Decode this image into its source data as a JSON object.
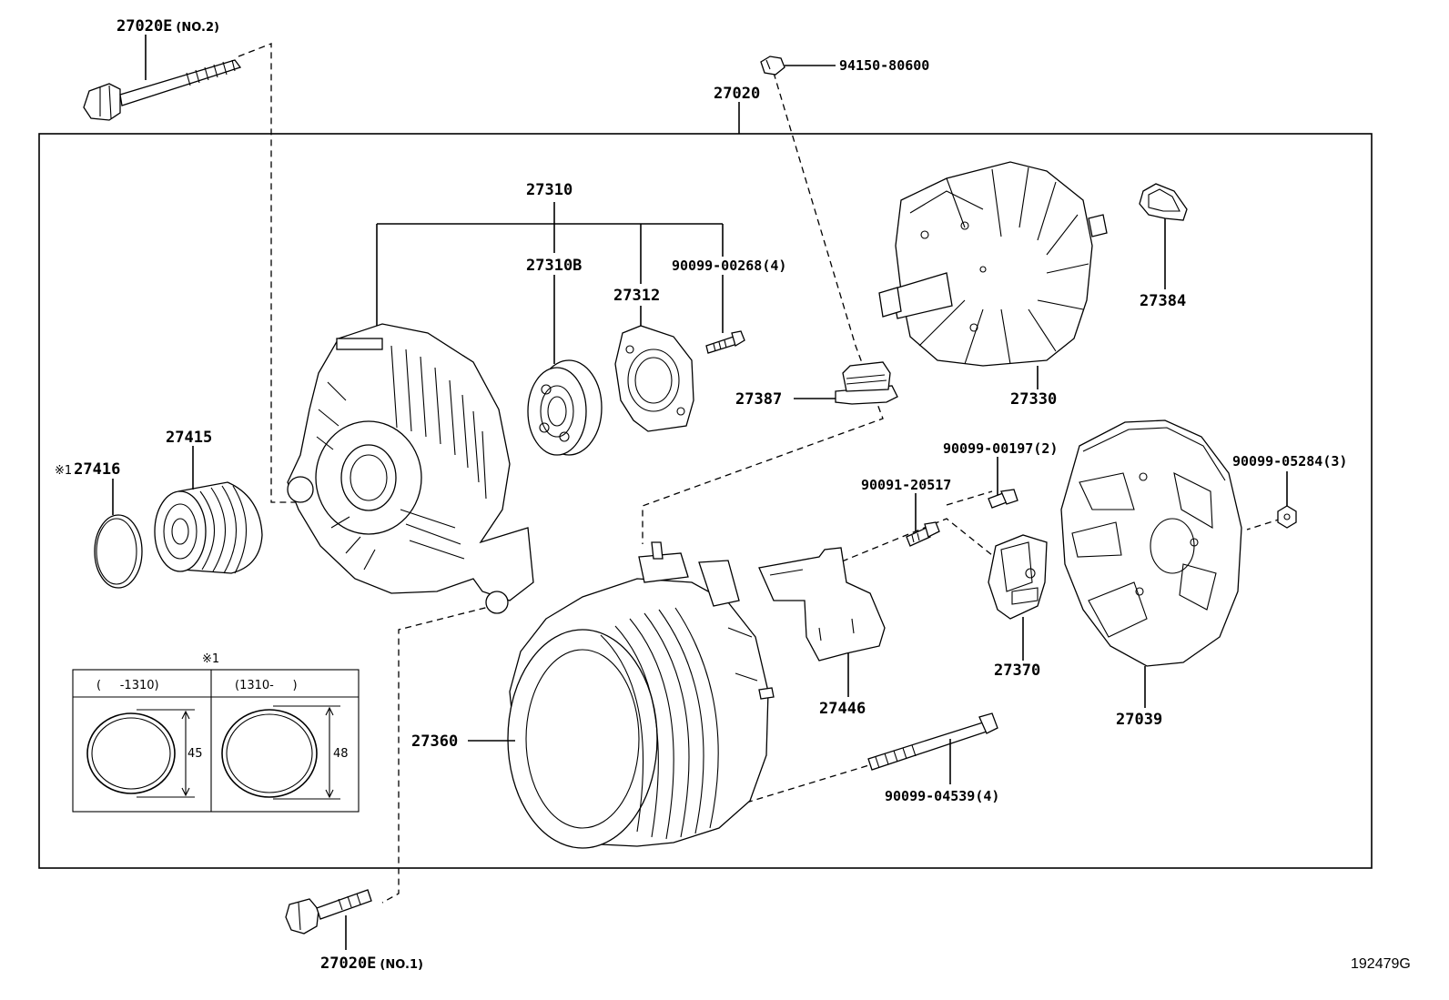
{
  "diagram": {
    "figure_number": "192479G",
    "parts": {
      "bolt_no2": {
        "number": "27020E",
        "suffix": "(NO.2)"
      },
      "bolt_no1": {
        "number": "27020E",
        "suffix": "(NO.1)"
      },
      "alternator_assy": "27020",
      "nut_top": "94150-80600",
      "drive_end_frame": "27310",
      "bearing": "27310B",
      "retainer": "27312",
      "screw_4": "90099-00268(4)",
      "brush_holder_boot": "27387",
      "rotor": "27330",
      "insulator": "27384",
      "pulley": "27415",
      "cap": {
        "mark": "※1",
        "number": "27416"
      },
      "screw_2": "90099-00197(2)",
      "bolt_20517": "90091-20517",
      "nut_3": "90099-05284(3)",
      "stator": "27360",
      "terminal_insulator": "27446",
      "brush_holder": "27370",
      "rear_cover": "27039",
      "through_bolt": "90099-04539(4)"
    },
    "inset": {
      "mark": "※1",
      "col_left": {
        "header": "(     -1310)",
        "dimension": "45"
      },
      "col_right": {
        "header": "(1310-     )",
        "dimension": "48"
      }
    }
  }
}
